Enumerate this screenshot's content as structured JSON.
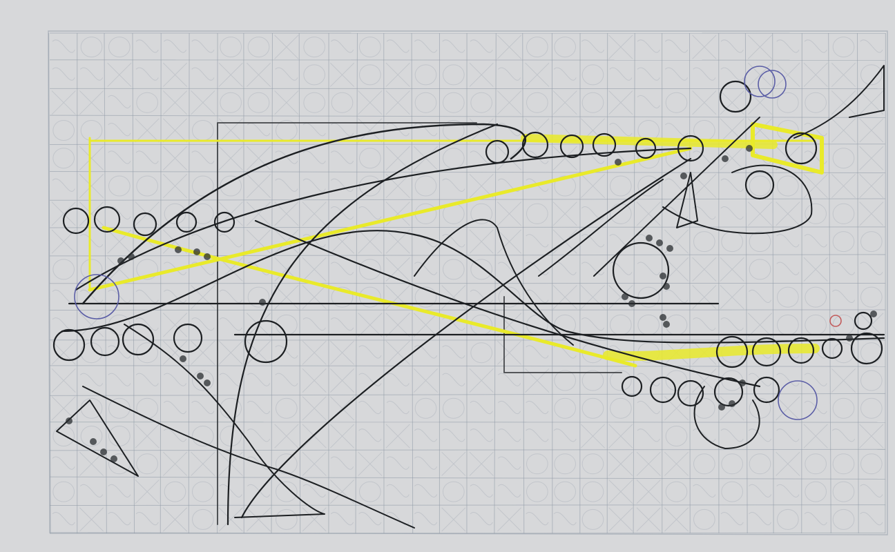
{
  "colors": {
    "background": "#d7d8da",
    "grid": "#8e99a6",
    "ink": "#1c1f22",
    "highlight": "#e9ea2a",
    "blue_rings": "#5b5ea6",
    "red_rings": "#c25b5b",
    "cyan_fill": "#cfe9f0"
  },
  "drawing": {
    "type": "freehand-sketch",
    "grid_rows": 18,
    "grid_cols": 30
  }
}
